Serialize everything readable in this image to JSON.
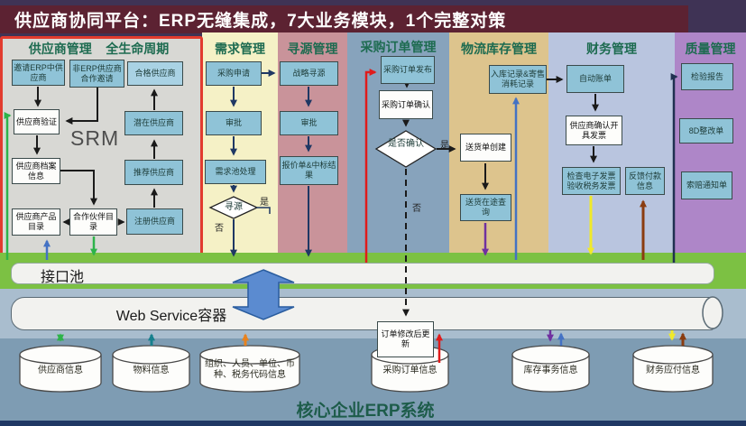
{
  "banner": {
    "title": "供应商协同平台：ERP无缝集成，7大业务模块，1个完整对策"
  },
  "columns": {
    "supplier": {
      "title_left": "供应商管理",
      "title_right": "全生命周期",
      "srm_label": "SRM",
      "boxes": {
        "invite_erp": "邀请ERP中供应商",
        "invite_non_erp": "非ERP供应商合作邀请",
        "qualified": "合格供应商",
        "verify": "供应商验证",
        "potential": "潜在供应商",
        "archive": "供应商档案信息",
        "recommended": "推荐供应商",
        "product_catalog": "供应商产品目录",
        "partner_catalog": "合作伙伴目录",
        "registered": "注册供应商"
      }
    },
    "demand": {
      "title": "需求管理",
      "boxes": {
        "purchase_request": "采购申请",
        "approve": "审批",
        "demand_pool": "需求池处理"
      },
      "diamond": "寻源",
      "yes": "是",
      "no": "否"
    },
    "sourcing": {
      "title": "寻源管理",
      "boxes": {
        "strategic_sourcing": "战略寻源",
        "approve": "审批",
        "quotation": "报价单&中标结果"
      }
    },
    "po": {
      "title": "采购订单管理",
      "boxes": {
        "po_release": "采购订单发布",
        "po_confirm": "采购订单确认"
      },
      "diamond": "是否确认",
      "yes": "是",
      "no": "否"
    },
    "logistics": {
      "title": "物流库存管理",
      "boxes": {
        "inbound": "入库记录&寄售消耗记录",
        "delivery_create": "送货单创建",
        "delivery_query": "送货在途查询"
      }
    },
    "finance": {
      "title": "财务管理",
      "boxes": {
        "auto_bill": "自动账单",
        "supplier_invoice": "供应商确认开具发票",
        "check_invoice": "检查电子发票验收税务发票",
        "payment_feedback": "反馈付款信息"
      }
    },
    "quality": {
      "title": "质量管理",
      "boxes": {
        "inspection": "检验报告",
        "eightd": "8D整改单",
        "claim": "索赔通知单"
      }
    }
  },
  "middleware": {
    "interface_pool": "接口池",
    "web_service": "Web Service容器"
  },
  "erp": {
    "label": "核心企业ERP系统",
    "update_box": "订单修改后更新",
    "databases": [
      "供应商信息",
      "物料信息",
      "组织、人员、单位、币种、税务代码信息",
      "采购订单信息",
      "库存事务信息",
      "财务应付信息"
    ]
  },
  "palette": {
    "banner_bg": "#5c2232",
    "banner_frame": "#3f3355",
    "supplier_border": "#e23b2e",
    "supplier_bg": "#d8d8d4",
    "demand_bg": "#f5f1c6",
    "sourcing_bg": "#c9939a",
    "po_bg": "#87a3bc",
    "logistics_bg": "#ddc48d",
    "finance_bg": "#b9c5df",
    "quality_bg": "#ae86c8",
    "interface_bar": "#7cc143",
    "ws_band": "#a9bdce",
    "erp_bg": "#7e9cb3",
    "box_blue": "#8fc3d7",
    "header_text": "#1d6b50",
    "arrow_red": "#e01b1b",
    "arrow_green": "#2db34a",
    "arrow_teal": "#17808d",
    "arrow_orange": "#e8821e",
    "arrow_purple": "#7030a0",
    "arrow_blue": "#4472c4",
    "arrow_yellow": "#f0e92a",
    "arrow_brown": "#8a3c10",
    "arrow_navy": "#1f3864"
  }
}
